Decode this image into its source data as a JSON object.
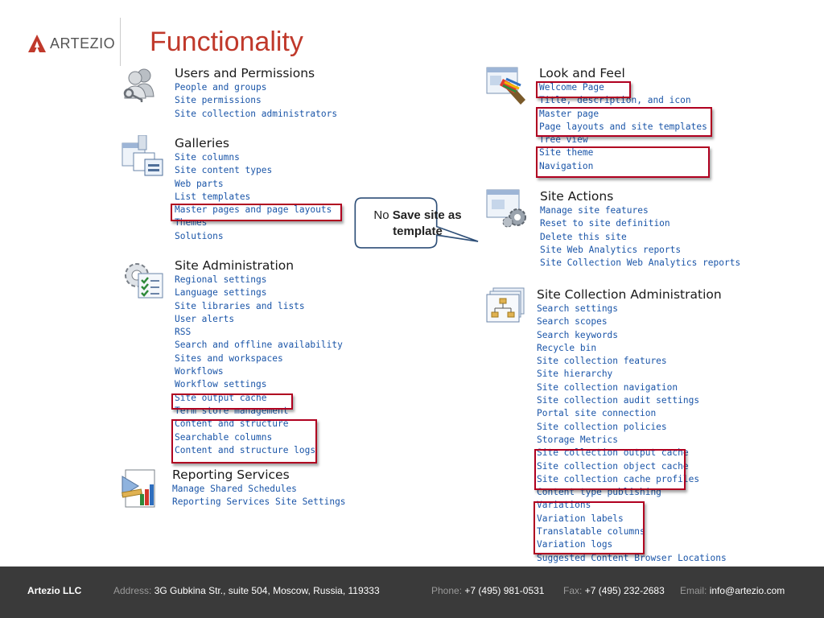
{
  "header": {
    "logo_text": "ARTEZIO",
    "title": "Functionality"
  },
  "users": {
    "title": "Users and Permissions",
    "items": [
      "People and groups",
      "Site permissions",
      "Site collection administrators"
    ]
  },
  "galleries": {
    "title": "Galleries",
    "items": [
      "Site columns",
      "Site content types",
      "Web parts",
      "List templates",
      "Master pages and page layouts",
      "Themes",
      "Solutions"
    ]
  },
  "site_admin": {
    "title": "Site Administration",
    "items": [
      "Regional settings",
      "Language settings",
      "Site libraries and lists",
      "User alerts",
      "RSS",
      "Search and offline availability",
      "Sites and workspaces",
      "Workflows",
      "Workflow settings",
      "Site output cache",
      "Term store management",
      "Content and structure",
      "Searchable columns",
      "Content and structure logs"
    ]
  },
  "reporting": {
    "title": "Reporting Services",
    "items": [
      "Manage Shared Schedules",
      "Reporting Services Site Settings"
    ]
  },
  "look_feel": {
    "title": "Look and Feel",
    "items": [
      "Welcome Page",
      "Title, description, and icon",
      "Master page",
      "Page layouts and site templates",
      "Tree view",
      "Site theme",
      "Navigation"
    ]
  },
  "site_actions": {
    "title": "Site Actions",
    "items": [
      "Manage site features",
      "Reset to site definition",
      "Delete this site",
      "Site Web Analytics reports",
      "Site Collection Web Analytics reports"
    ]
  },
  "sc_admin": {
    "title": "Site Collection Administration",
    "items": [
      "Search settings",
      "Search scopes",
      "Search keywords",
      "Recycle bin",
      "Site collection features",
      "Site hierarchy",
      "Site collection navigation",
      "Site collection audit settings",
      "Portal site connection",
      "Site collection policies",
      "Storage Metrics",
      "Site collection output cache",
      "Site collection object cache",
      "Site collection cache profiles",
      "Content type publishing",
      "Variations",
      "Variation labels",
      "Translatable columns",
      "Variation logs",
      "Suggested Content Browser Locations"
    ]
  },
  "callout": {
    "prefix": "No ",
    "bold": "Save site as template"
  },
  "footer": {
    "company": "Artezio LLC",
    "address_label": "Address:",
    "address": "3G Gubkina Str., suite 504, Moscow, Russia, 119333",
    "phone_label": "Phone:",
    "phone": "+7 (495) 981-0531",
    "fax_label": "Fax:",
    "fax": "+7 (495) 232-2683",
    "email_label": "Email:",
    "email": "info@artezio.com"
  },
  "colors": {
    "title": "#c0392b",
    "link": "#1a55a8",
    "highlight": "#b00020",
    "footer_bg": "#3a3a3a"
  }
}
